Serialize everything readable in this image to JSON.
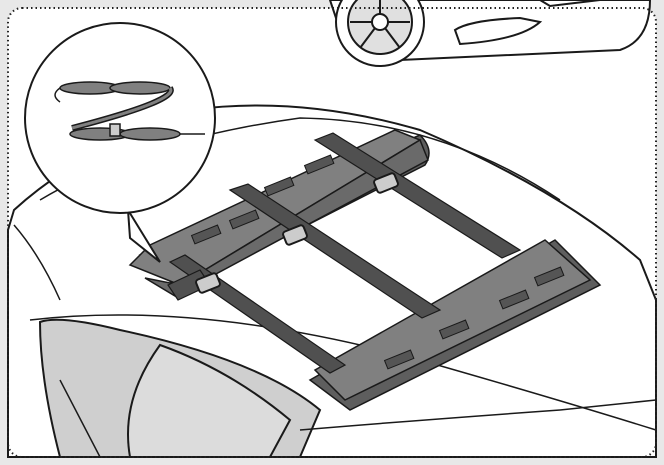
{
  "illustration": {
    "subject": "roof-mounted-carrier-straps",
    "colors": {
      "background": "#e8e8e8",
      "frame_dots": "#222222",
      "line": "#1a1a1a",
      "car_body": "#ffffff",
      "window_tint": "#cfcfcf",
      "pad_fill": "#808080",
      "pad_shadow": "#5e5e5e",
      "strap_fill": "#505050",
      "buckle_fill": "#cccccc",
      "inset_bg": "#ffffff"
    },
    "icons": [
      "dotted-frame",
      "car-wheel-icon",
      "buckle-icon",
      "magnifier-inset",
      "folded-strap-detail"
    ]
  }
}
